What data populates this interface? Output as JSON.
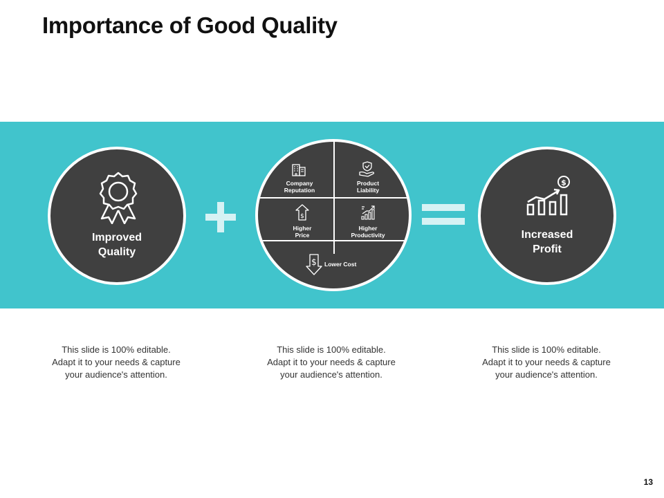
{
  "slide": {
    "title": "Importance of Good Quality",
    "page_number": "13"
  },
  "colors": {
    "band": "#41C4CC",
    "circle": "#404040",
    "symbol": "#D6F2F4",
    "text_dark": "#111111"
  },
  "left_circle": {
    "icon": "award-ribbon-icon",
    "label_line1": "Improved",
    "label_line2": "Quality"
  },
  "middle_circle": {
    "quadrants": [
      {
        "icon": "building-icon",
        "line1": "Company",
        "line2": "Reputation"
      },
      {
        "icon": "hand-shield-icon",
        "line1": "Product",
        "line2": "Liability"
      },
      {
        "icon": "price-tag-up-icon",
        "line1": "Higher",
        "line2": "Price"
      },
      {
        "icon": "bar-chart-up-icon",
        "line1": "Higher",
        "line2": "Productivity"
      },
      {
        "icon": "dollar-down-arrow-icon",
        "line1": "Lower Cost",
        "line2": ""
      }
    ]
  },
  "right_circle": {
    "icon": "growth-chart-dollar-icon",
    "label_line1": "Increased",
    "label_line2": "Profit"
  },
  "operators": {
    "plus": "plus-icon",
    "equals": "equals-icon"
  },
  "descriptions": [
    "This slide is 100% editable. Adapt it to your needs & capture your audience's attention.",
    "This slide is 100% editable. Adapt it to your needs & capture your audience's attention.",
    "This slide is 100% editable. Adapt it to your needs & capture your audience's attention."
  ]
}
